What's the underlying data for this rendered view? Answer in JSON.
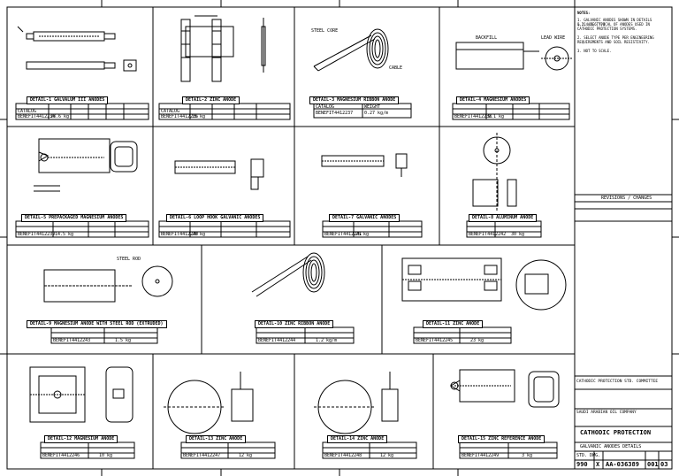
{
  "details": [
    {
      "id": "d1",
      "title": "DETAIL-1 GALVALUM III ANODES",
      "row": [
        "BENEFIT4412234",
        "28.6 kg"
      ]
    },
    {
      "id": "d2",
      "title": "DETAIL-2 ZINC ANODE",
      "row": [
        "BENEFIT4412236",
        "15 kg"
      ]
    },
    {
      "id": "d3",
      "title": "DETAIL-3 MAGNESIUM RIBBON ANODE",
      "row": [
        "BENEFIT4412237",
        "0.27 kg/m"
      ]
    },
    {
      "id": "d4",
      "title": "DETAIL-4 MAGNESIUM ANODES",
      "row": [
        "BENEFIT4412238",
        "9.1 kg"
      ]
    },
    {
      "id": "d5",
      "title": "DETAIL-5 PREPACKAGED MAGNESIUM ANODES",
      "row": [
        "BENEFIT4412239",
        "14.5 kg"
      ]
    },
    {
      "id": "d6",
      "title": "DETAIL-6 LOOP HOOK GALVANIC ANODES",
      "row": [
        "BENEFIT4412240",
        "20 kg"
      ]
    },
    {
      "id": "d7",
      "title": "DETAIL-7 GALVANIC ANODES",
      "row": [
        "BENEFIT4412241",
        "25 kg"
      ]
    },
    {
      "id": "d8",
      "title": "DETAIL-8 ALUMINUM ANODE",
      "row": [
        "BENEFIT4412242",
        "30 kg"
      ]
    },
    {
      "id": "d9",
      "title": "DETAIL-9 MAGNESIUM ANODE WITH STEEL ROD (EXTRUDED)",
      "row": [
        "BENEFIT4412243",
        "1.5 kg"
      ]
    },
    {
      "id": "d10",
      "title": "DETAIL-10 ZINC RIBBON ANODE",
      "row": [
        "BENEFIT4412244",
        "1.2 kg/m"
      ]
    },
    {
      "id": "d11",
      "title": "DETAIL-11 ZINC ANODE",
      "row": [
        "BENEFIT4412245",
        "23 kg"
      ]
    },
    {
      "id": "d12",
      "title": "DETAIL-12 MAGNESIUM ANODE",
      "row": [
        "BENEFIT4412246",
        "10 kg"
      ]
    },
    {
      "id": "d13",
      "title": "DETAIL-13 ZINC ANODE",
      "row": [
        "BENEFIT4412247",
        "12 kg"
      ]
    },
    {
      "id": "d14",
      "title": "DETAIL-14 ZINC ANODE",
      "row": [
        "BENEFIT4412248",
        "12 kg"
      ]
    },
    {
      "id": "d15",
      "title": "DETAIL-15 ZINC REFERENCE ANODE",
      "row": [
        "BENEFIT4412249",
        "3 kg"
      ]
    }
  ],
  "table_headers": [
    "CATALOG",
    "WEIGHT"
  ],
  "callouts": {
    "backfill": "BACKFILL",
    "steel_core": "STEEL CORE",
    "lead_wire": "LEAD WIRE",
    "cable": "CABLE",
    "rod": "STEEL ROD"
  },
  "notes_title": "NOTES:",
  "notes": [
    "1. GALVANIC ANODES SHOWN IN DETAILS 1,2,4,5,6,7,8",
    "   & 11 ARE TYPICAL OF ANODES USED IN",
    "   CATHODIC PROTECTION SYSTEMS.",
    "2. SELECT ANODE TYPE PER ENGINEERING",
    "   REQUIREMENTS AND SOIL RESISTIVITY.",
    "3. NOT TO SCALE."
  ],
  "revisions_title": "REVISIONS / CHANGES",
  "title_block": {
    "committee": "CATHODIC PROTECTION STD. COMMITTEE",
    "company": "SAUDI ARABIAN OIL COMPANY",
    "title1": "CATHODIC PROTECTION",
    "title2": "GALVANIC ANODES DETAILS",
    "std_label": "STD. DWG.",
    "dwg_no": "AA-036389",
    "sheet": "001",
    "rev": "03",
    "code": "990",
    "x": "X"
  },
  "colors": {
    "ink": "#000000",
    "paper": "#ffffff"
  }
}
